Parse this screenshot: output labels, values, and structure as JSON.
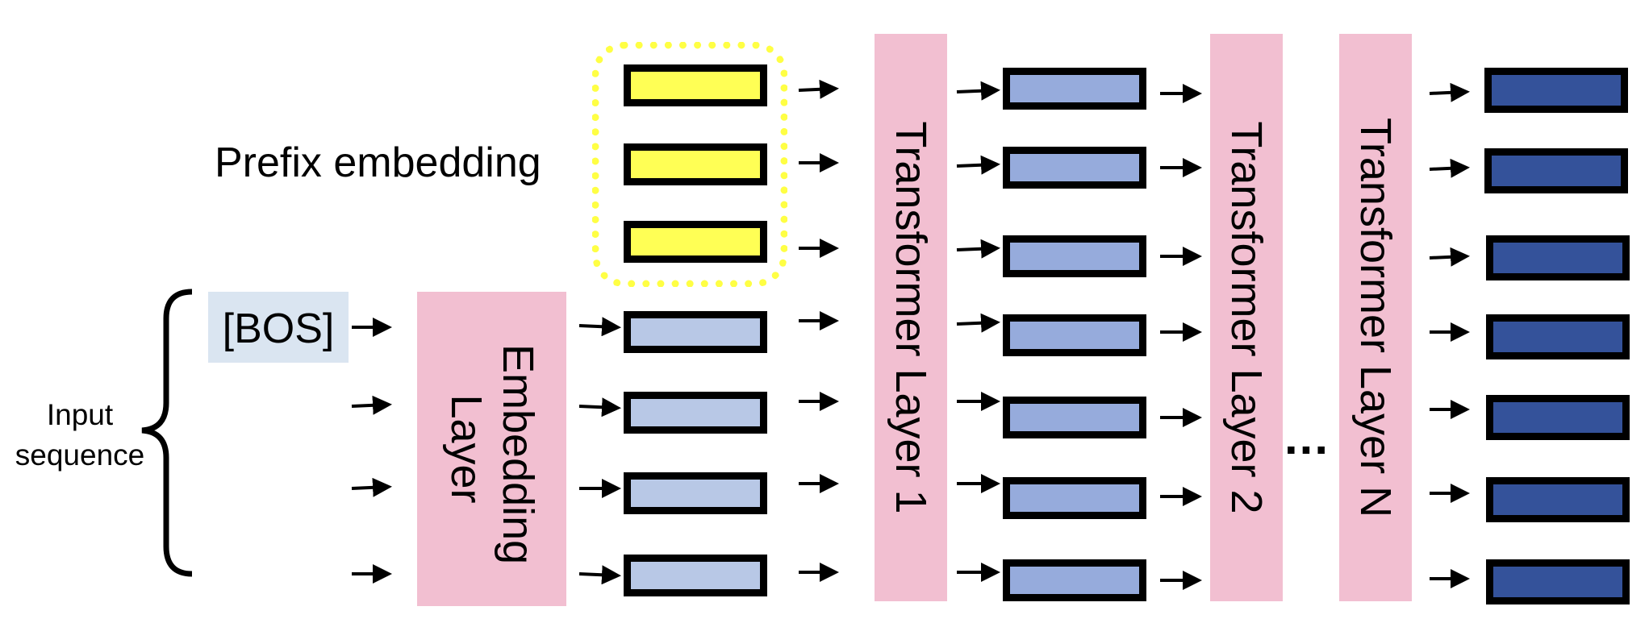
{
  "labels": {
    "prefix": "Prefix embedding",
    "input_sequence": "Input sequence",
    "bos": "[BOS]",
    "ellipsis": "..."
  },
  "layers": {
    "embedding": "Embedding Layer",
    "transformer_1": "Transformer Layer 1",
    "transformer_2": "Transformer Layer 2",
    "transformer_n": "Transformer Layer N"
  },
  "colors": {
    "layer_fill": "#f2bfd1",
    "prefix_vector": "#ffff55",
    "prefix_outline": "#ffff44",
    "embedded_vector": "#b8c8e6",
    "hidden_vector": "#96abdc",
    "output_vector": "#34529a",
    "bos_fill": "#dae5f1"
  }
}
